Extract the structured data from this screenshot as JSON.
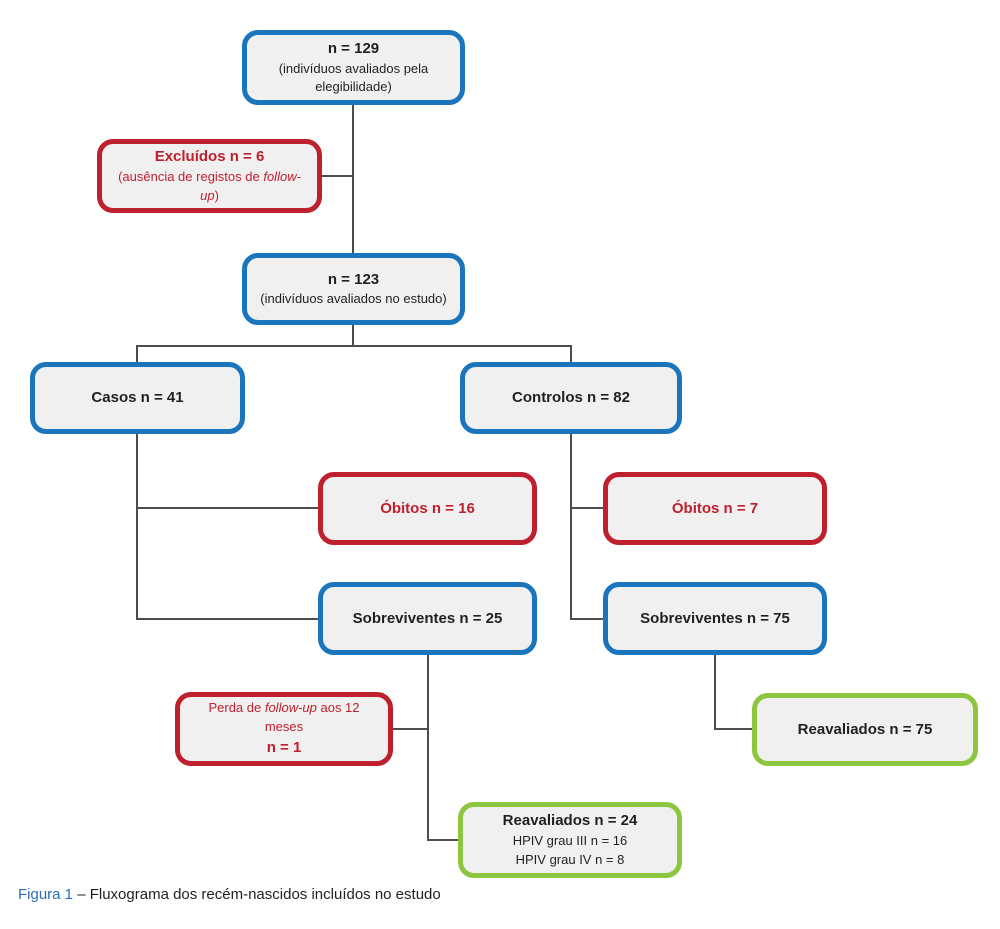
{
  "colors": {
    "box_border_blue": "#1b75bc",
    "box_border_red": "#be202e",
    "box_border_green": "#8cc63f",
    "box_fill": "#f0f0f1",
    "connector_line": "#4d4d4f",
    "red_text": "#be202e",
    "caption_figure_blue": "#2a6ebb",
    "body_text": "#231f20"
  },
  "boxes": {
    "eligibility": {
      "title": "n = 129",
      "subtitle": "(indivíduos avaliados pela elegibilidade)"
    },
    "excluded": {
      "title": "Excluídos n = 6",
      "subtitle_pre": "(ausência de registos de ",
      "subtitle_italic": "follow-up",
      "subtitle_post": ")"
    },
    "study": {
      "title": "n = 123",
      "subtitle": "(indivíduos avaliados no estudo)"
    },
    "cases": {
      "title": "Casos n = 41"
    },
    "controls": {
      "title": "Controlos n = 82"
    },
    "deaths_cases": {
      "title": "Óbitos n = 16"
    },
    "deaths_controls": {
      "title": "Óbitos n = 7"
    },
    "survivors_cases": {
      "title": "Sobreviventes n = 25"
    },
    "survivors_controls": {
      "title": "Sobreviventes n = 75"
    },
    "lost_followup": {
      "line1_pre": "Perda de ",
      "line1_italic": "follow-up",
      "line1_post": " aos 12 meses",
      "line2": "n = 1"
    },
    "reassessed_cases": {
      "title": "Reavaliados n = 24",
      "subtitle1": "HPIV grau III n = 16",
      "subtitle2": "HPIV grau IV n = 8"
    },
    "reassessed_controls": {
      "title": "Reavaliados n = 75"
    }
  },
  "caption": {
    "figure_label": "Figura 1",
    "text": " – Fluxograma dos recém-nascidos incluídos no estudo"
  }
}
